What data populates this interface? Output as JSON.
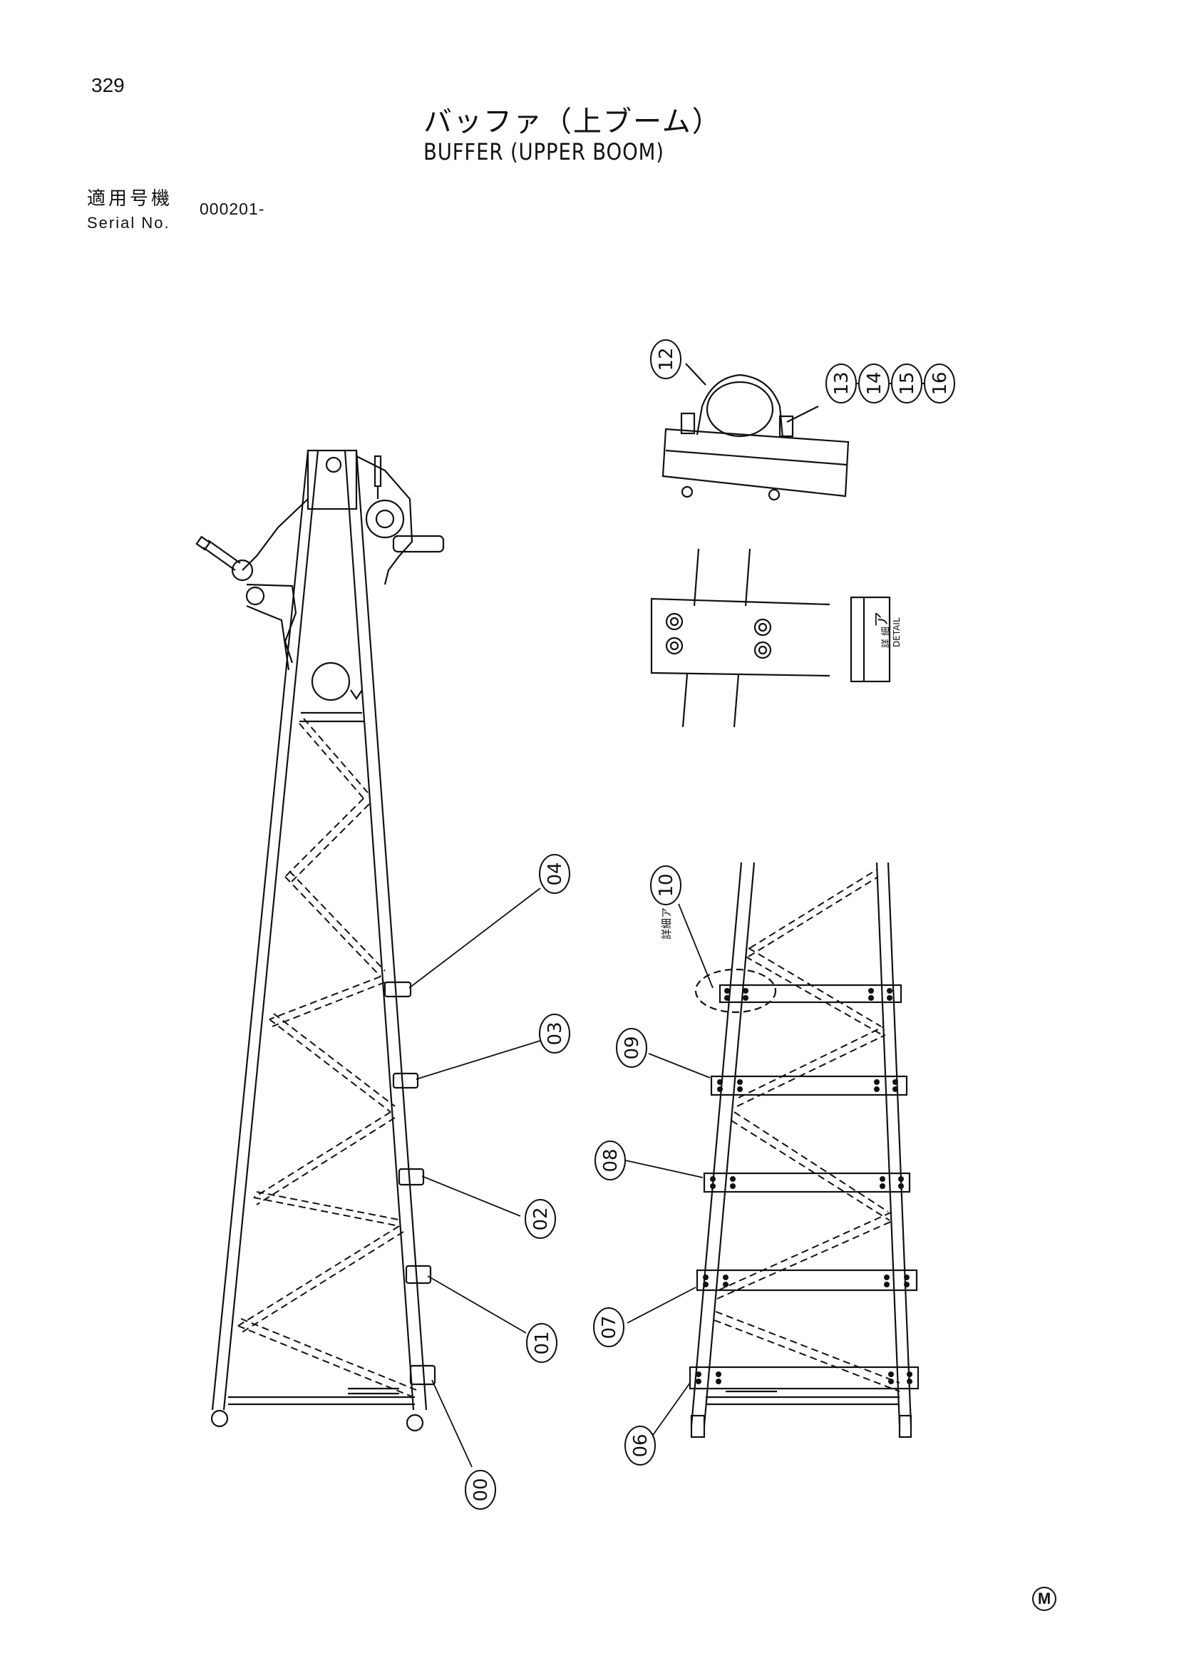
{
  "page_number": "329",
  "title_jp": "バッファ（上ブーム）",
  "title_en": "BUFFER (UPPER BOOM)",
  "serial": {
    "label_jp": "適用号機",
    "label_en": "Serial No.",
    "value": "000201-"
  },
  "detail_box": {
    "jp": "詳 細",
    "en": "DETAIL",
    "mark": "ア"
  },
  "detail_callout": "詳細ア",
  "callouts": [
    "00",
    "01",
    "02",
    "03",
    "04",
    "06",
    "07",
    "08",
    "09",
    "10",
    "12",
    "13",
    "14",
    "15",
    "16"
  ],
  "corner_mark": "M"
}
